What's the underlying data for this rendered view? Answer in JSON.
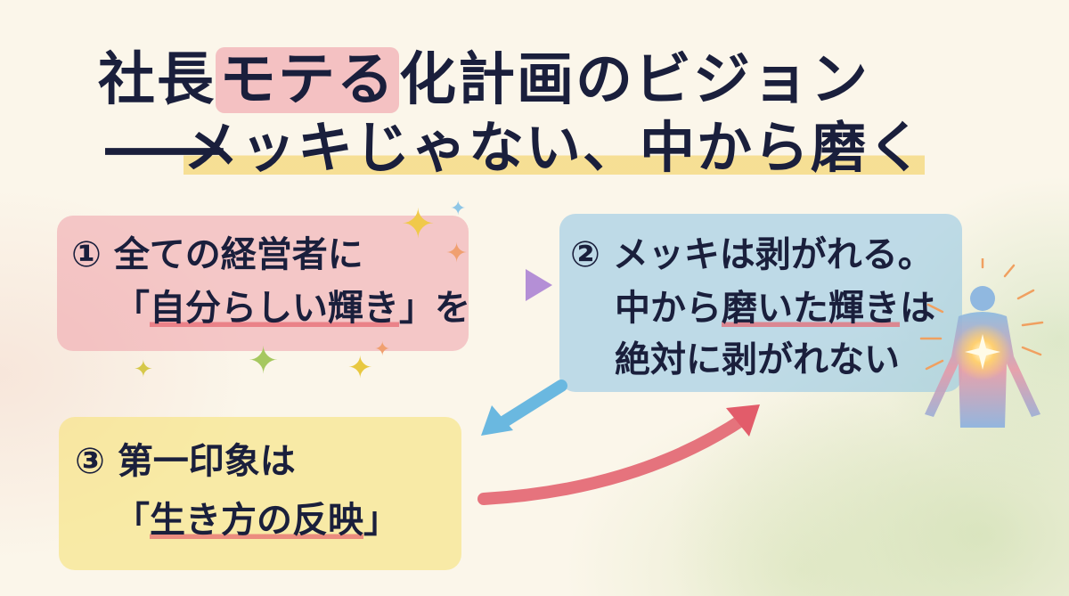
{
  "title": {
    "line1_pre": "社長",
    "line1_highlight": "モテる",
    "line1_post": "化計画のビジョン",
    "line2_dash": "—",
    "line2_text": "メッキじゃない、中から磨く"
  },
  "steps": [
    {
      "number": "①",
      "line1": "全ての経営者に",
      "line2_open": "「",
      "line2_emph": "自分らしい輝き",
      "line2_close": "」を",
      "color": "#eea0aa"
    },
    {
      "number": "②",
      "line1": "メッキは剥がれる。",
      "line2_pre": "中から",
      "line2_emph": "磨いた輝き",
      "line2_post": "は",
      "line3": "絶対に剥がれない",
      "color": "#96c8e4"
    },
    {
      "number": "③",
      "line1": "第一印象は",
      "line2_open": "「",
      "line2_emph": "生き方の反映",
      "line2_close": "」",
      "color": "#f6e278"
    }
  ],
  "arrows": [
    {
      "from": "1",
      "to": "2",
      "color": "#e9a0c8"
    },
    {
      "from": "2",
      "to": "3",
      "color": "#6ab8e0"
    },
    {
      "from": "3",
      "to": "2",
      "color": "#e25c6a"
    }
  ],
  "decorations": {
    "sparkle": "✦",
    "figure": "glowing-person"
  }
}
